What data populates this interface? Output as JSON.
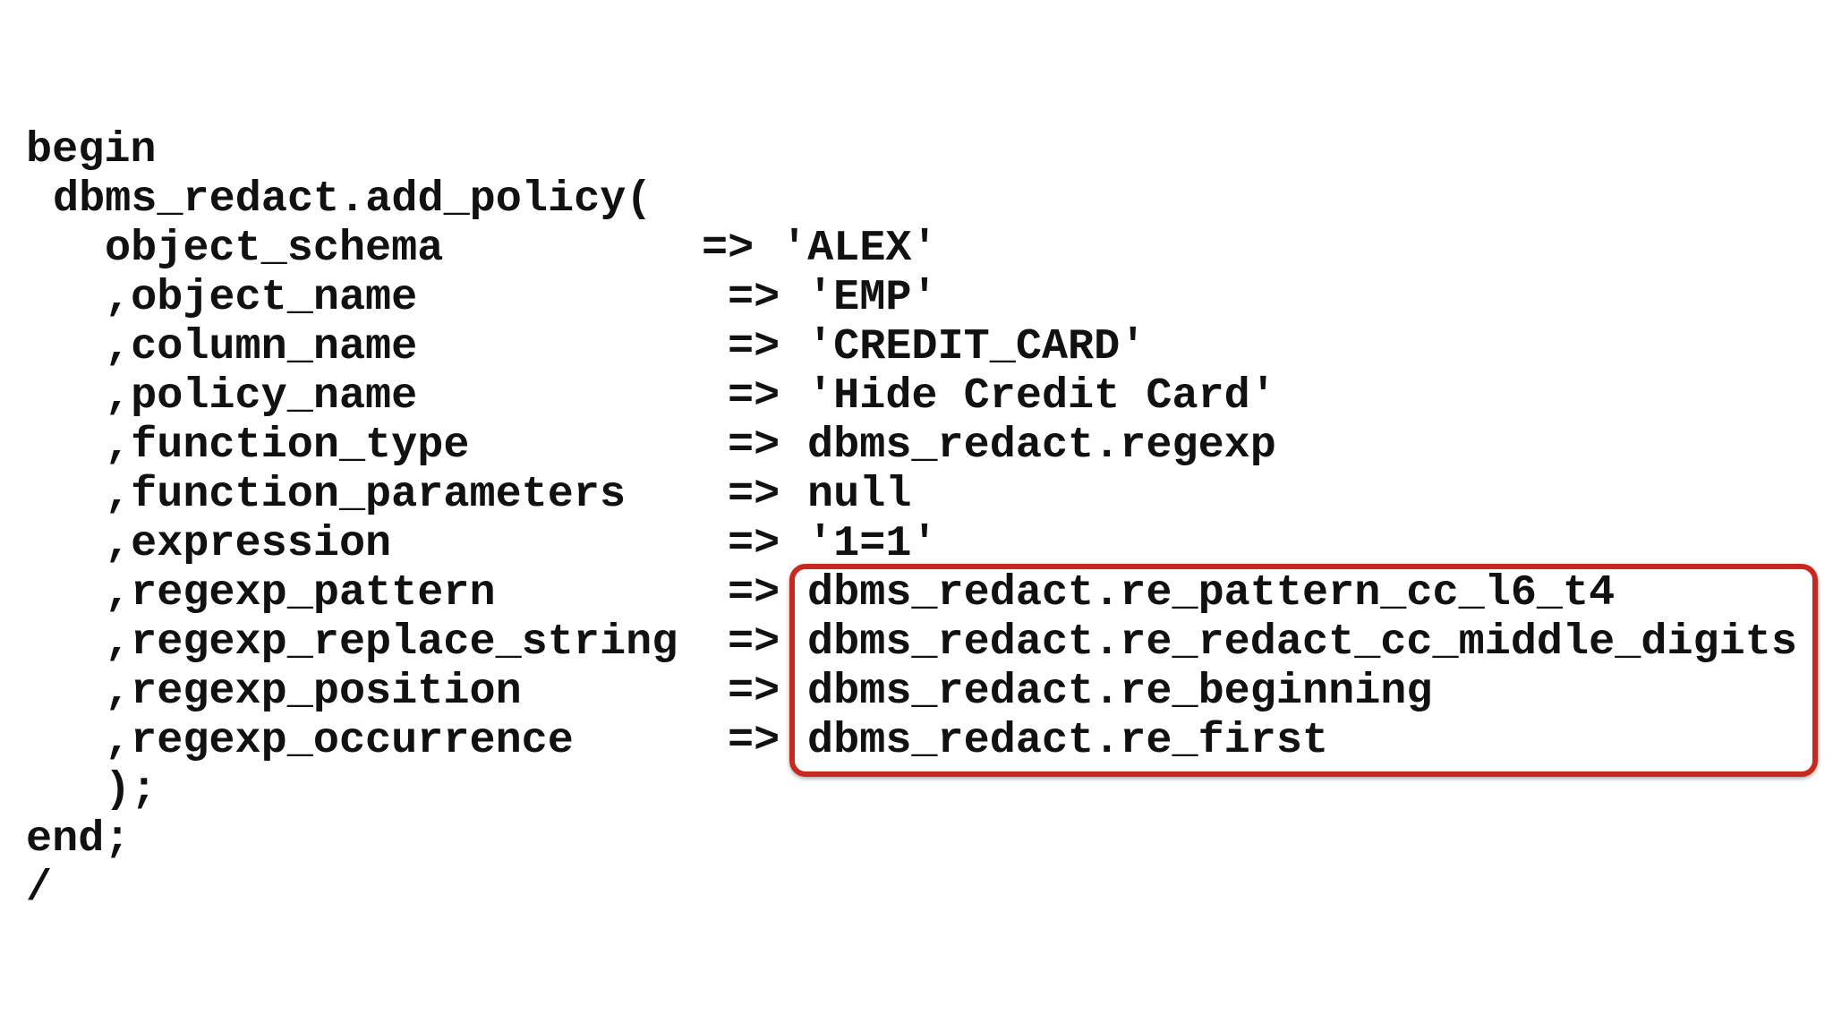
{
  "slide": {
    "lines": {
      "begin": "begin",
      "call": "dbms_redact.add_policy(",
      "close_paren": ");",
      "end": "end;",
      "slash": "/"
    },
    "params": [
      {
        "name": "object_schema",
        "arrow": "=>",
        "value": "'ALEX'"
      },
      {
        "name": ",object_name",
        "arrow": "=>",
        "value": "'EMP'"
      },
      {
        "name": ",column_name",
        "arrow": "=>",
        "value": "'CREDIT_CARD'"
      },
      {
        "name": ",policy_name",
        "arrow": "=>",
        "value": "'Hide Credit Card'"
      },
      {
        "name": ",function_type",
        "arrow": "=>",
        "value": "dbms_redact.regexp"
      },
      {
        "name": ",function_parameters",
        "arrow": "=>",
        "value": "null"
      },
      {
        "name": ",expression",
        "arrow": "=>",
        "value": "'1=1'"
      },
      {
        "name": ",regexp_pattern",
        "arrow": "=>",
        "value": "dbms_redact.re_pattern_cc_l6_t4"
      },
      {
        "name": ",regexp_replace_string",
        "arrow": "=>",
        "value": "dbms_redact.re_redact_cc_middle_digits"
      },
      {
        "name": ",regexp_position",
        "arrow": "=>",
        "value": "dbms_redact.re_beginning"
      },
      {
        "name": ",regexp_occurrence",
        "arrow": "=>",
        "value": "dbms_redact.re_first"
      }
    ],
    "highlight_color": "#c8281e",
    "text_color": "#111111",
    "background_color": "#ffffff"
  }
}
